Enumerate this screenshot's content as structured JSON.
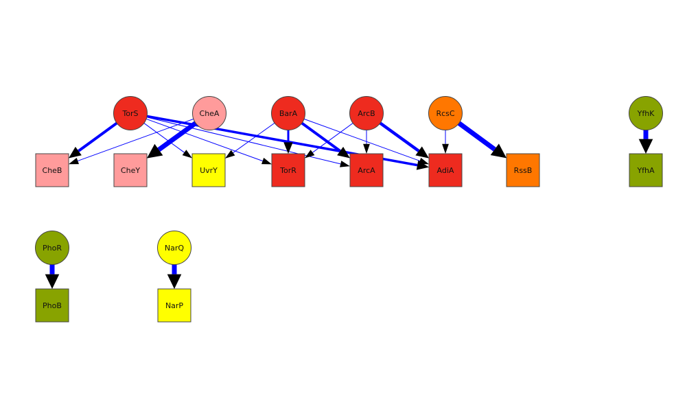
{
  "colors": {
    "edge": "#0000ff",
    "arrow": "#000000",
    "red": "#ee2b1f",
    "pink": "#ff9b9b",
    "yellow": "#ffff00",
    "orange": "#ff7700",
    "olive": "#88a300"
  },
  "nodes": [
    {
      "id": "TorS",
      "label": "TorS",
      "shape": "circle",
      "color": "red"
    },
    {
      "id": "CheA",
      "label": "CheA",
      "shape": "circle",
      "color": "pink"
    },
    {
      "id": "BarA",
      "label": "BarA",
      "shape": "circle",
      "color": "red"
    },
    {
      "id": "ArcB",
      "label": "ArcB",
      "shape": "circle",
      "color": "red"
    },
    {
      "id": "RcsC",
      "label": "RcsC",
      "shape": "circle",
      "color": "orange"
    },
    {
      "id": "YfhK",
      "label": "YfhK",
      "shape": "circle",
      "color": "olive"
    },
    {
      "id": "CheB",
      "label": "CheB",
      "shape": "square",
      "color": "pink"
    },
    {
      "id": "CheY",
      "label": "CheY",
      "shape": "square",
      "color": "pink"
    },
    {
      "id": "UvrY",
      "label": "UvrY",
      "shape": "square",
      "color": "yellow"
    },
    {
      "id": "TorR",
      "label": "TorR",
      "shape": "square",
      "color": "red"
    },
    {
      "id": "ArcA",
      "label": "ArcA",
      "shape": "square",
      "color": "red"
    },
    {
      "id": "AdiA",
      "label": "AdiA",
      "shape": "square",
      "color": "red"
    },
    {
      "id": "RssB",
      "label": "RssB",
      "shape": "square",
      "color": "orange"
    },
    {
      "id": "YfhA",
      "label": "YfhA",
      "shape": "square",
      "color": "olive"
    },
    {
      "id": "PhoR",
      "label": "PhoR",
      "shape": "circle",
      "color": "olive"
    },
    {
      "id": "PhoB",
      "label": "PhoB",
      "shape": "square",
      "color": "olive"
    },
    {
      "id": "NarQ",
      "label": "NarQ",
      "shape": "circle",
      "color": "yellow"
    },
    {
      "id": "NarP",
      "label": "NarP",
      "shape": "square",
      "color": "yellow"
    }
  ],
  "edges": [
    {
      "source": "TorS",
      "target": "CheB",
      "weight": 4
    },
    {
      "source": "TorS",
      "target": "UvrY",
      "weight": 1
    },
    {
      "source": "TorS",
      "target": "TorR",
      "weight": 1
    },
    {
      "source": "TorS",
      "target": "ArcA",
      "weight": 1
    },
    {
      "source": "TorS",
      "target": "AdiA",
      "weight": 3.5
    },
    {
      "source": "CheA",
      "target": "CheB",
      "weight": 1
    },
    {
      "source": "CheA",
      "target": "CheY",
      "weight": 7
    },
    {
      "source": "BarA",
      "target": "UvrY",
      "weight": 1
    },
    {
      "source": "BarA",
      "target": "TorR",
      "weight": 3
    },
    {
      "source": "BarA",
      "target": "ArcA",
      "weight": 4
    },
    {
      "source": "BarA",
      "target": "AdiA",
      "weight": 1
    },
    {
      "source": "ArcB",
      "target": "TorR",
      "weight": 1
    },
    {
      "source": "ArcB",
      "target": "ArcA",
      "weight": 1
    },
    {
      "source": "ArcB",
      "target": "AdiA",
      "weight": 4.5
    },
    {
      "source": "RcsC",
      "target": "AdiA",
      "weight": 1
    },
    {
      "source": "RcsC",
      "target": "RssB",
      "weight": 7
    },
    {
      "source": "YfhK",
      "target": "YfhA",
      "weight": 7
    },
    {
      "source": "PhoR",
      "target": "PhoB",
      "weight": 7
    },
    {
      "source": "NarQ",
      "target": "NarP",
      "weight": 7
    }
  ]
}
